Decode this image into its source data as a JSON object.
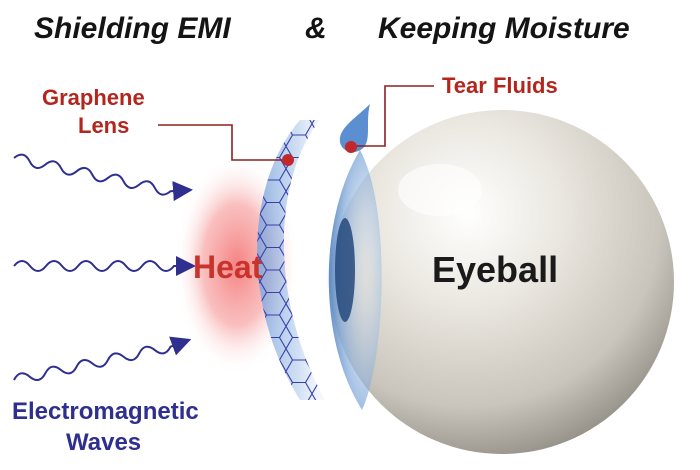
{
  "heading": {
    "left": "Shielding EMI",
    "amp": "&",
    "right": "Keeping Moisture"
  },
  "labels": {
    "lens_line1": "Graphene",
    "lens_line2": "Lens",
    "tear": "Tear Fluids",
    "heat": "Heat",
    "eyeball": "Eyeball",
    "waves_line1": "Electromagnetic",
    "waves_line2": "Waves"
  },
  "colors": {
    "heading": "#141414",
    "red_label": "#b3261e",
    "heat": "#c8342b",
    "wave_blue": "#2e2f8f",
    "eyeball": "#e7e4dd",
    "lens_blue": "#5a86c8",
    "heat_glow": "#f47c7c",
    "leader_line": "#8b2020"
  },
  "icons": [
    "wave-arrow-icon",
    "tear-drop-icon",
    "graphene-hex-icon"
  ]
}
